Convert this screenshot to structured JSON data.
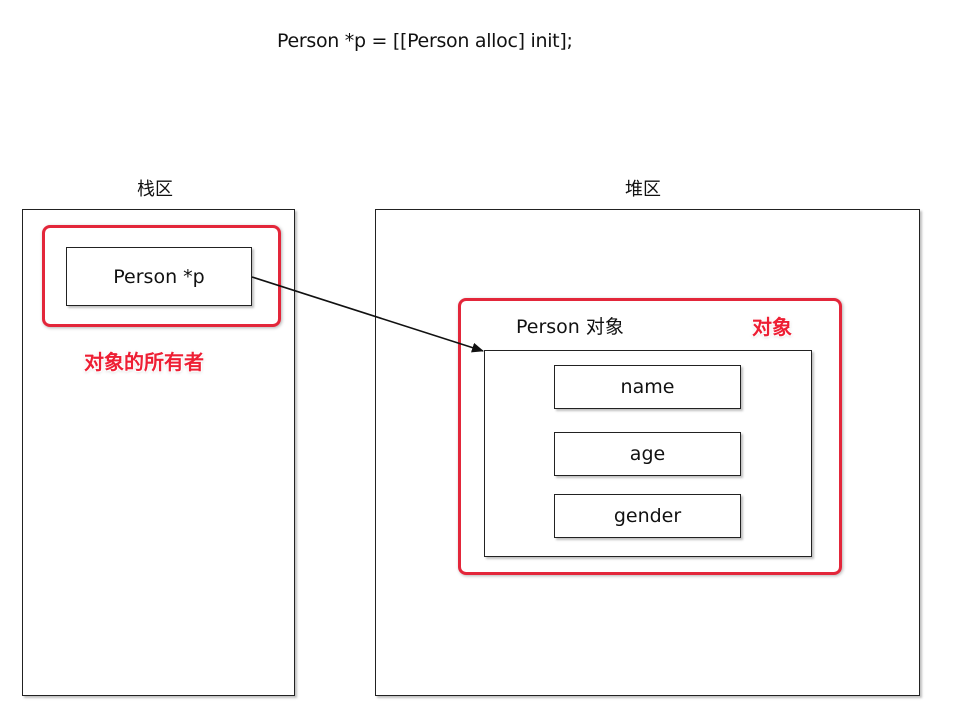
{
  "code": "Person *p = [[Person alloc] init];",
  "stack": {
    "title": "栈区",
    "pointer_label": "Person *p",
    "owner_label": "对象的所有者"
  },
  "heap": {
    "title": "堆区",
    "object_title": "Person 对象",
    "object_label": "对象",
    "fields": [
      "name",
      "age",
      "gender"
    ]
  },
  "colors": {
    "highlight": "#e3263a",
    "line": "#222222"
  }
}
